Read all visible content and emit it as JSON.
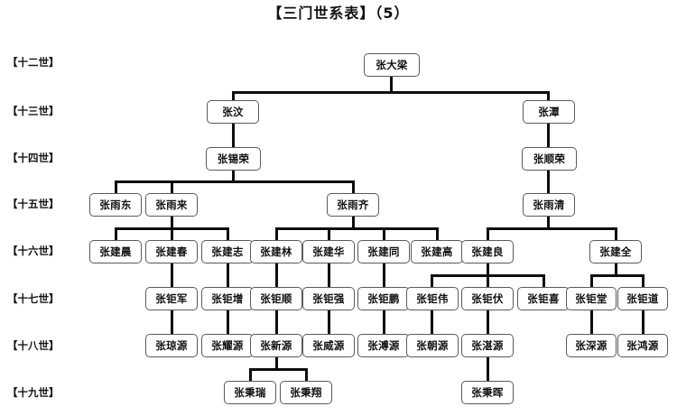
{
  "title": "【三门世系表】（5）",
  "generation_labels": [
    {
      "id": "gen12",
      "label": "【十二世】"
    },
    {
      "id": "gen13",
      "label": "【十三世】"
    },
    {
      "id": "gen14",
      "label": "【十四世】"
    },
    {
      "id": "gen15",
      "label": "【十五世】"
    },
    {
      "id": "gen16",
      "label": "【十六世】"
    },
    {
      "id": "gen17",
      "label": "【十七世】"
    },
    {
      "id": "gen18",
      "label": "【十八世】"
    },
    {
      "id": "gen19",
      "label": "【十九世】"
    }
  ],
  "nodes": {
    "n_zhangdaliang": "张大梁",
    "n_zhangwen": "张汶",
    "n_zhangtan": "张潭",
    "n_zhangxirong": "张锡荣",
    "n_zhangshunrong": "张顺荣",
    "n_zhangyudong": "张雨东",
    "n_zhangyulai": "张雨来",
    "n_zhangyuqi": "张雨齐",
    "n_zhangyuqing": "张雨清",
    "n_zhangjianchen": "张建晨",
    "n_zhangjianchun": "张建春",
    "n_zhangjianzhi": "张建志",
    "n_zhangjianlin": "张建林",
    "n_zhangjianhua": "张建华",
    "n_zhangjiantong": "张建同",
    "n_zhangjiangao": "张建高",
    "n_zhangjianliang": "张建良",
    "n_zhangjianquan": "张建全",
    "n_zhangjujun": "张钜军",
    "n_zhangjuzeng": "张钜增",
    "n_zhangjushun": "张钜顺",
    "n_zhangjuqiang": "张钜强",
    "n_zhangjupeng": "张钜鹏",
    "n_zhangjuwei": "张钜伟",
    "n_zhangjufu": "张钜伏",
    "n_zhangjuxi": "张钜喜",
    "n_zhangjutang": "张钜堂",
    "n_zhangjudao": "张钜道",
    "n_zhangqiongyuan": "张琼源",
    "n_zhangyaoyuan": "张耀源",
    "n_zhangxinyuan": "张新源",
    "n_zhangweiyuan": "张威源",
    "n_zhangpuyuan": "张溥源",
    "n_zhangchaoyuan": "张朝源",
    "n_zhangzhanyuan": "张湛源",
    "n_zhangshenyuan": "张深源",
    "n_zhanghongyuan": "张鸿源",
    "n_zhangbingrui": "张秉瑞",
    "n_zhangbingxiang": "张秉翔",
    "n_zhangbinghui": "张秉晖"
  },
  "colors": {
    "background": "#ffffff",
    "node_border": "#5a5a5a",
    "node_fill": "#ffffff",
    "text": "#111111",
    "edge": "#0d0d0d"
  }
}
